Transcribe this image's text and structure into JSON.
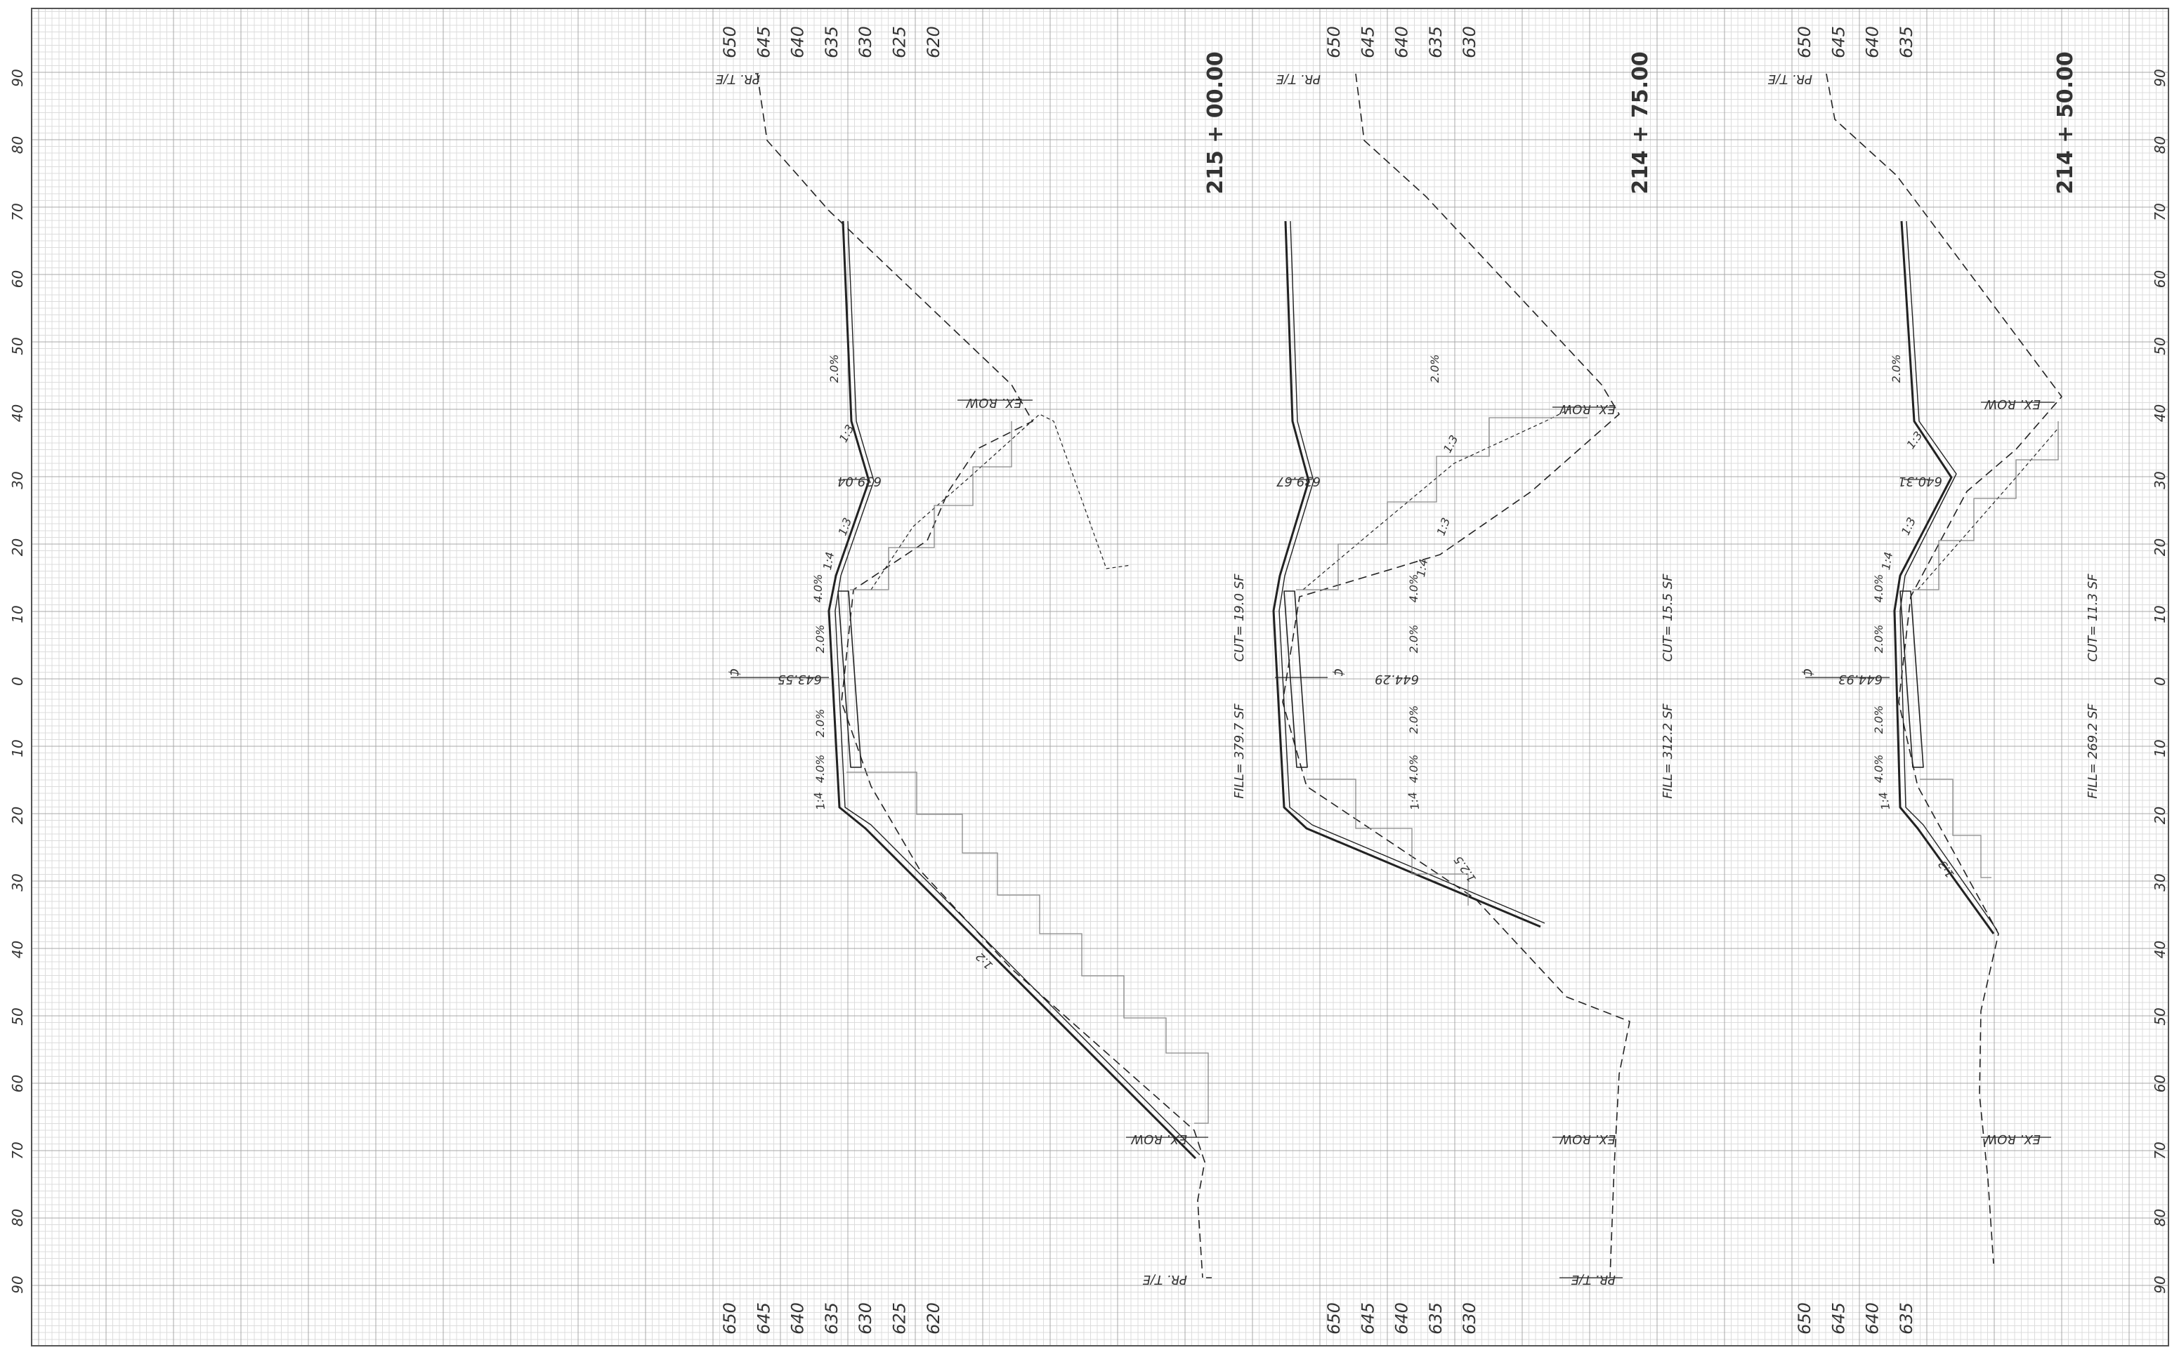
{
  "sheet": {
    "offset_ticks_left": [
      "90",
      "80",
      "70",
      "60",
      "50",
      "40",
      "30",
      "20",
      "10",
      "0",
      "10",
      "20",
      "30",
      "40",
      "50",
      "60",
      "70",
      "80",
      "90"
    ],
    "offset_ticks_right": [
      "90",
      "80",
      "70",
      "60",
      "50",
      "40",
      "30",
      "20",
      "10",
      "0",
      "10",
      "20",
      "30",
      "40",
      "50",
      "60",
      "70",
      "80",
      "90"
    ],
    "centerline_symbol": "¢",
    "line_colors": {
      "grid_minor": "#d9d9d9",
      "grid_major": "#a8a8a8",
      "linework": "#222222"
    }
  },
  "sections": [
    {
      "station": "215 + 00.00",
      "elevations_top": [
        "650",
        "645",
        "640",
        "635",
        "630",
        "625",
        "620"
      ],
      "elevations_bottom": [
        "650",
        "645",
        "640",
        "635",
        "630",
        "625",
        "620"
      ],
      "annotations": {
        "pr_te_top": "PR. T/E",
        "pr_te_bottom": "PR. T/E",
        "ex_row_top": "EX. ROW",
        "ex_row_bottom": "EX. ROW",
        "elev_ditch": "639.04",
        "elev_cl": "643.55",
        "cut": "CUT= 19.0 SF",
        "fill": "FILL= 379.7 SF",
        "slope_top_ditch": "1:3",
        "slope_fore": "1:3",
        "slope_shoulder_top": "1:4",
        "slope_shoulder_bottom": "1:4",
        "slope_embank": "1:2",
        "grade_top_lane": "2.0%",
        "grade_top_shoulder": "4.0%",
        "grade_lane_a": "2.0%",
        "grade_lane_b": "2.0%",
        "grade_bottom_shoulder": "4.0%"
      }
    },
    {
      "station": "214 + 75.00",
      "elevations_top": [
        "650",
        "645",
        "640",
        "635",
        "630"
      ],
      "elevations_bottom": [
        "650",
        "645",
        "640",
        "635",
        "630"
      ],
      "annotations": {
        "pr_te_top": "PR. T/E",
        "pr_te_bottom": "PR. T/E",
        "ex_row_top": "EX. ROW",
        "ex_row_bottom": "EX. ROW",
        "elev_ditch": "639.67",
        "elev_cl": "644.29",
        "cut": "CUT= 15.5 SF",
        "fill": "FILL= 312.2 SF",
        "slope_top_ditch": "1:3",
        "slope_fore": "1:3",
        "slope_shoulder_top": "1:4",
        "slope_shoulder_bottom": "1:4",
        "slope_embank": "1:2.5",
        "grade_top_lane": "2.0%",
        "grade_top_shoulder": "4.0%",
        "grade_lane_a": "2.0%",
        "grade_lane_b": "2.0%",
        "grade_bottom_shoulder": "4.0%"
      }
    },
    {
      "station": "214 + 50.00",
      "elevations_top": [
        "650",
        "645",
        "640",
        "635"
      ],
      "elevations_bottom": [
        "650",
        "645",
        "640",
        "635"
      ],
      "annotations": {
        "pr_te_top": "PR. T/E",
        "ex_row_top": "EX. ROW",
        "ex_row_bottom": "EX. ROW",
        "elev_ditch": "640.31",
        "elev_cl": "644.93",
        "cut": "CUT= 11.3 SF",
        "fill": "FILL= 269.2 SF",
        "slope_top_ditch": "1:3",
        "slope_fore": "1:3",
        "slope_shoulder_top": "1:4",
        "slope_shoulder_bottom": "1:4",
        "slope_embank": "1:3",
        "grade_top_lane": "2.0%",
        "grade_top_shoulder": "4.0%",
        "grade_lane_a": "2.0%",
        "grade_lane_b": "2.0%",
        "grade_bottom_shoulder": "4.0%"
      }
    }
  ]
}
